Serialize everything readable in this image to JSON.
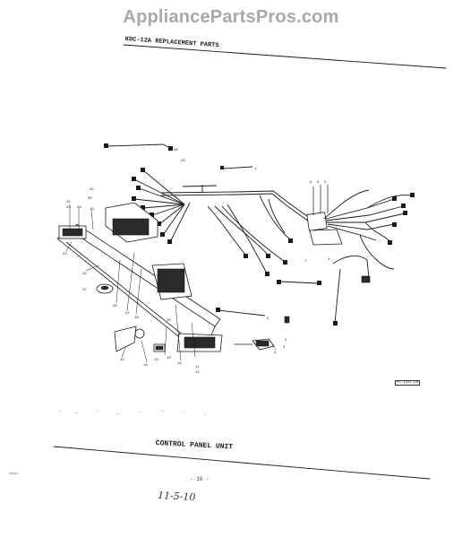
{
  "watermark": "AppliancePartsPros.com",
  "header": {
    "title": "KDC-12A REPLACEMENT PARTS"
  },
  "diagram": {
    "caption": "CONTROL PANEL UNIT",
    "page_number": "- 10 -",
    "handwritten_date": "11-5-10",
    "reference_code": "PC-1221-DB"
  },
  "colors": {
    "ink": "#1a1a1a",
    "paper": "#ffffff",
    "watermark": "#a8a8a8"
  }
}
